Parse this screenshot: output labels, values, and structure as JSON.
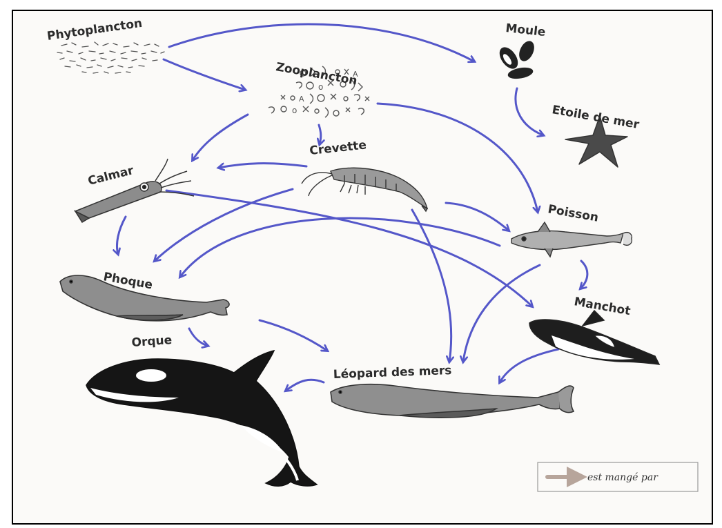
{
  "diagram": {
    "colors": {
      "arrow": "#5457c9",
      "ink": "#2b2b2b",
      "orca": "#151515"
    },
    "nodes": {
      "phytoplancton": {
        "label": "Phytoplancton"
      },
      "zooplancton": {
        "label": "Zooplancton"
      },
      "moule": {
        "label": "Moule"
      },
      "etoile": {
        "label": "Etoile de mer"
      },
      "crevette": {
        "label": "Crevette"
      },
      "calmar": {
        "label": "Calmar"
      },
      "poisson": {
        "label": "Poisson"
      },
      "phoque": {
        "label": "Phoque"
      },
      "manchot": {
        "label": "Manchot"
      },
      "orque": {
        "label": "Orque"
      },
      "leopard": {
        "label": "Léopard des mers"
      }
    },
    "edges": [
      {
        "from": "Phytoplancton",
        "to": "Moule"
      },
      {
        "from": "Phytoplancton",
        "to": "Zooplancton"
      },
      {
        "from": "Moule",
        "to": "Etoile de mer"
      },
      {
        "from": "Zooplancton",
        "to": "Calmar"
      },
      {
        "from": "Zooplancton",
        "to": "Crevette"
      },
      {
        "from": "Zooplancton",
        "to": "Poisson"
      },
      {
        "from": "Crevette",
        "to": "Calmar"
      },
      {
        "from": "Crevette",
        "to": "Phoque"
      },
      {
        "from": "Crevette",
        "to": "Poisson"
      },
      {
        "from": "Crevette",
        "to": "Léopard des mers"
      },
      {
        "from": "Calmar",
        "to": "Phoque"
      },
      {
        "from": "Calmar",
        "to": "Manchot"
      },
      {
        "from": "Poisson",
        "to": "Phoque"
      },
      {
        "from": "Poisson",
        "to": "Manchot"
      },
      {
        "from": "Poisson",
        "to": "Léopard des mers"
      },
      {
        "from": "Phoque",
        "to": "Orque"
      },
      {
        "from": "Phoque",
        "to": "Léopard des mers"
      },
      {
        "from": "Manchot",
        "to": "Léopard des mers"
      },
      {
        "from": "Léopard des mers",
        "to": "Orque"
      }
    ],
    "legend": {
      "label": "est mangé par"
    }
  }
}
